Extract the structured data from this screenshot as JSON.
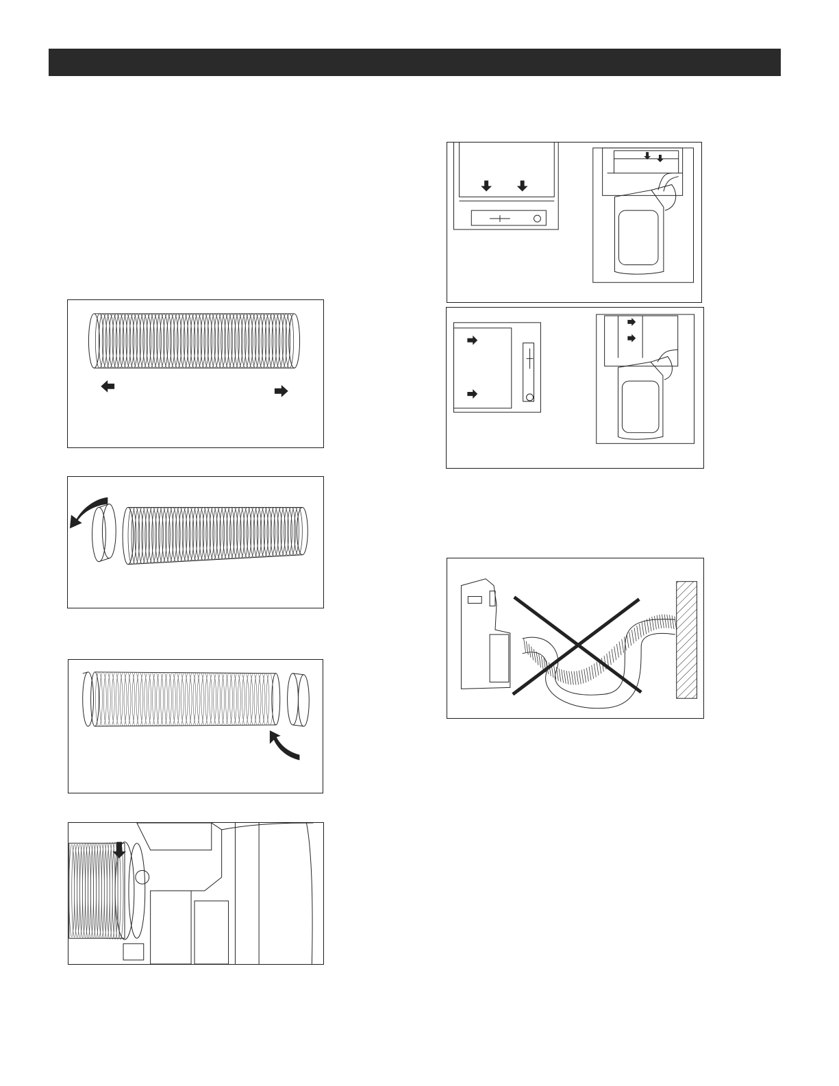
{
  "header": {
    "bar_color": "#2a2a2a"
  },
  "figures": [
    {
      "id": "hose-extend",
      "icons": [
        "arrow-left-icon",
        "arrow-right-icon"
      ]
    },
    {
      "id": "attach-window-adapter",
      "icons": [
        "curved-arrow-icon"
      ]
    },
    {
      "id": "attach-exhaust-adapter",
      "icons": [
        "curved-arrow-icon"
      ]
    },
    {
      "id": "connect-hose-to-unit",
      "icons": [
        "arrow-down-icon"
      ]
    },
    {
      "id": "vertical-window-install",
      "icons": [
        "arrow-down-icon",
        "arrow-down-icon"
      ]
    },
    {
      "id": "horizontal-window-install",
      "icons": [
        "arrow-right-icon",
        "arrow-right-icon"
      ]
    },
    {
      "id": "avoid-hose-bends",
      "icons": [
        "cross-mark-icon"
      ]
    }
  ]
}
